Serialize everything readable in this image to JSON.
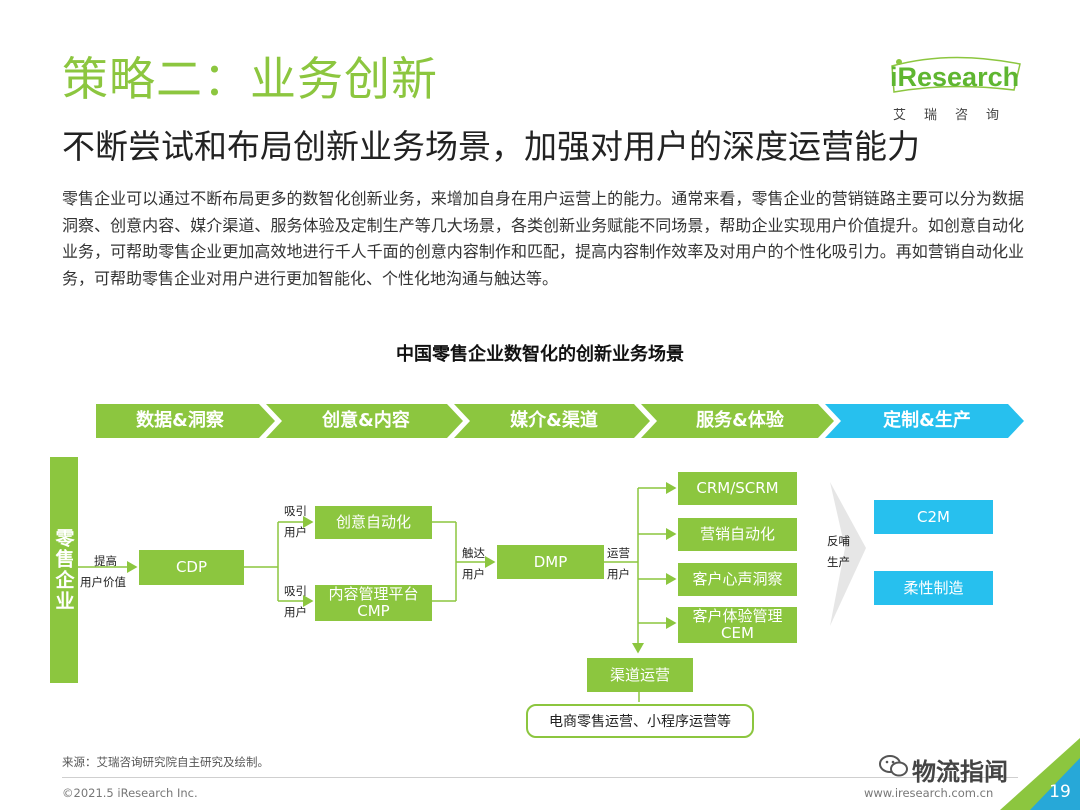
{
  "header": {
    "title": "策略二：业务创新",
    "subtitle": "不断尝试和布局创新业务场景，加强对用户的深度运营能力"
  },
  "logo": {
    "brand": "iResearch",
    "chinese": "艾瑞咨询"
  },
  "body_text": "零售企业可以通过不断布局更多的数智化创新业务，来增加自身在用户运营上的能力。通常来看，零售企业的营销链路主要可以分为数据洞察、创意内容、媒介渠道、服务体验及定制生产等几大场景，各类创新业务赋能不同场景，帮助企业实现用户价值提升。如创意自动化业务，可帮助零售企业更加高效地进行千人千面的创意内容制作和匹配，提高内容制作效率及对用户的个性化吸引力。再如营销自动化业务，可帮助零售企业对用户进行更加智能化、个性化地沟通与触达等。",
  "diagram": {
    "title": "中国零售企业数智化的创新业务场景",
    "stages": [
      "数据&洞察",
      "创意&内容",
      "媒介&渠道",
      "服务&体验",
      "定制&生产"
    ],
    "left_label": "零售企业",
    "edge_labels": {
      "raise_line1": "提高",
      "raise_line2": "用户价值",
      "attract1_line1": "吸引",
      "attract1_line2": "用户",
      "attract2_line1": "吸引",
      "attract2_line2": "用户",
      "reach_line1": "触达",
      "reach_line2": "用户",
      "operate_line1": "运营",
      "operate_line2": "用户",
      "feedback_line1": "反哺",
      "feedback_line2": "生产"
    },
    "nodes": {
      "cdp": "CDP",
      "creative_auto": "创意自动化",
      "cmp_line1": "内容管理平台",
      "cmp_line2": "CMP",
      "dmp": "DMP",
      "crm": "CRM/SCRM",
      "marketing_auto": "营销自动化",
      "voc": "客户心声洞察",
      "cem_line1": "客户体验管理",
      "cem_line2": "CEM",
      "channel_ops": "渠道运营",
      "channel_examples": "电商零售运营、小程序运营等",
      "c2m": "C2M",
      "flex_mfg": "柔性制造"
    },
    "colors": {
      "green": "#8cc63f",
      "cyan": "#27c0ee"
    }
  },
  "footer": {
    "source": "来源：艾瑞咨询研究院自主研究及绘制。",
    "copyright": "©2021.5 iResearch Inc.",
    "url": "www.iresearch.com.cn",
    "page": "19",
    "watermark": "物流指闻"
  }
}
